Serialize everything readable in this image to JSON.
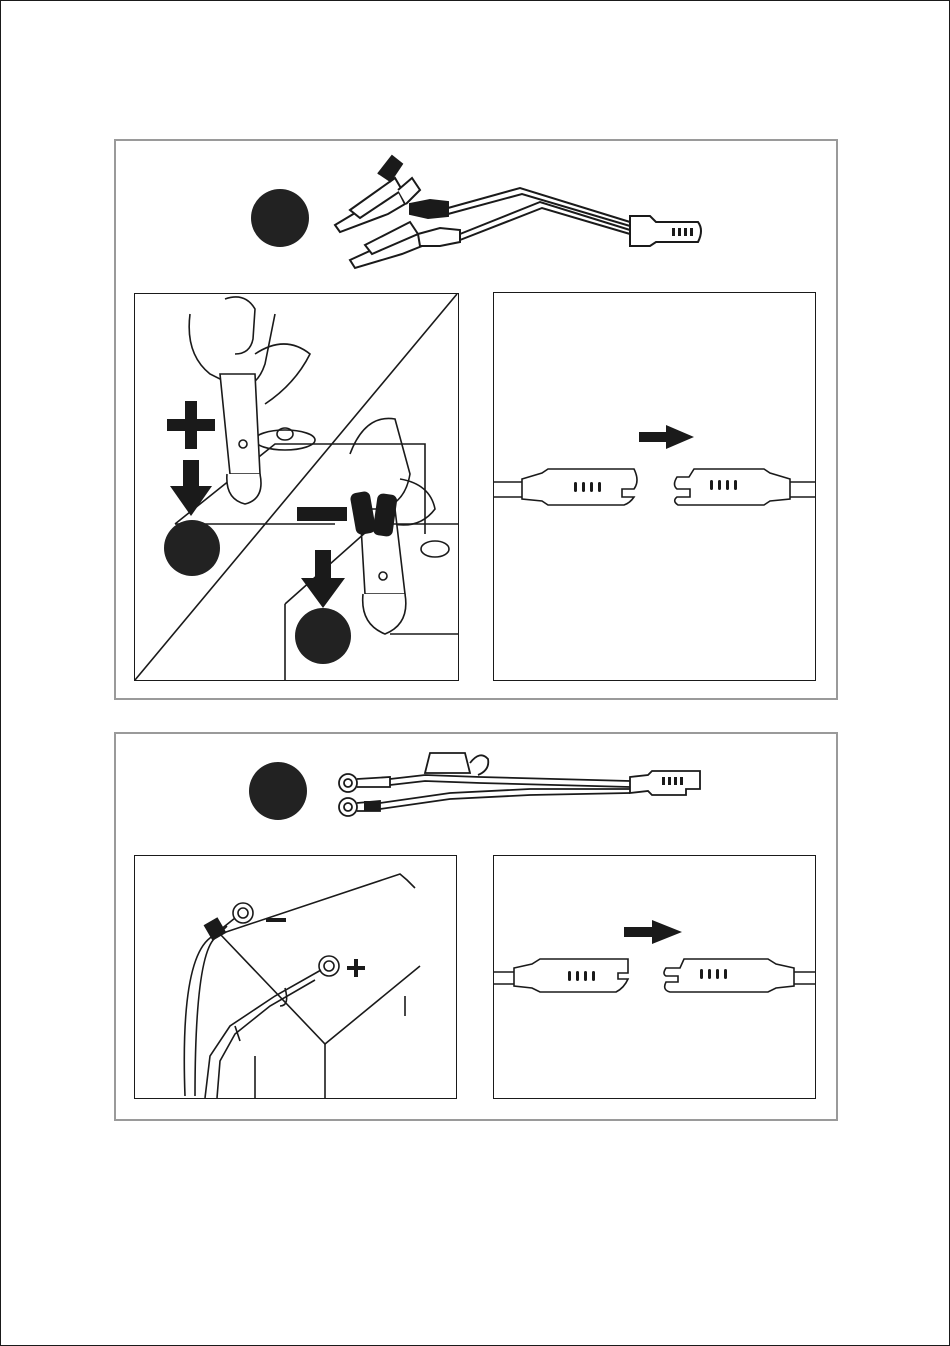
{
  "document": {
    "sections": [
      {
        "id": "clamps",
        "cable_type": "battery-clamps-cable-icon",
        "sub_figures": [
          "clamp-to-battery-terminals",
          "sae-connector-connect"
        ],
        "terminal_symbols": {
          "positive": "+",
          "negative": "−"
        }
      },
      {
        "id": "eyelets",
        "cable_type": "eyelet-terminal-fused-cable-icon",
        "sub_figures": [
          "eyelets-mounted-on-battery-posts",
          "sae-connector-connect"
        ],
        "terminal_symbols": {
          "positive": "+",
          "negative": "–"
        }
      }
    ],
    "colors": {
      "ink": "#1a1a1a",
      "frame": "#9a9a9a",
      "badge": "#222222"
    }
  }
}
